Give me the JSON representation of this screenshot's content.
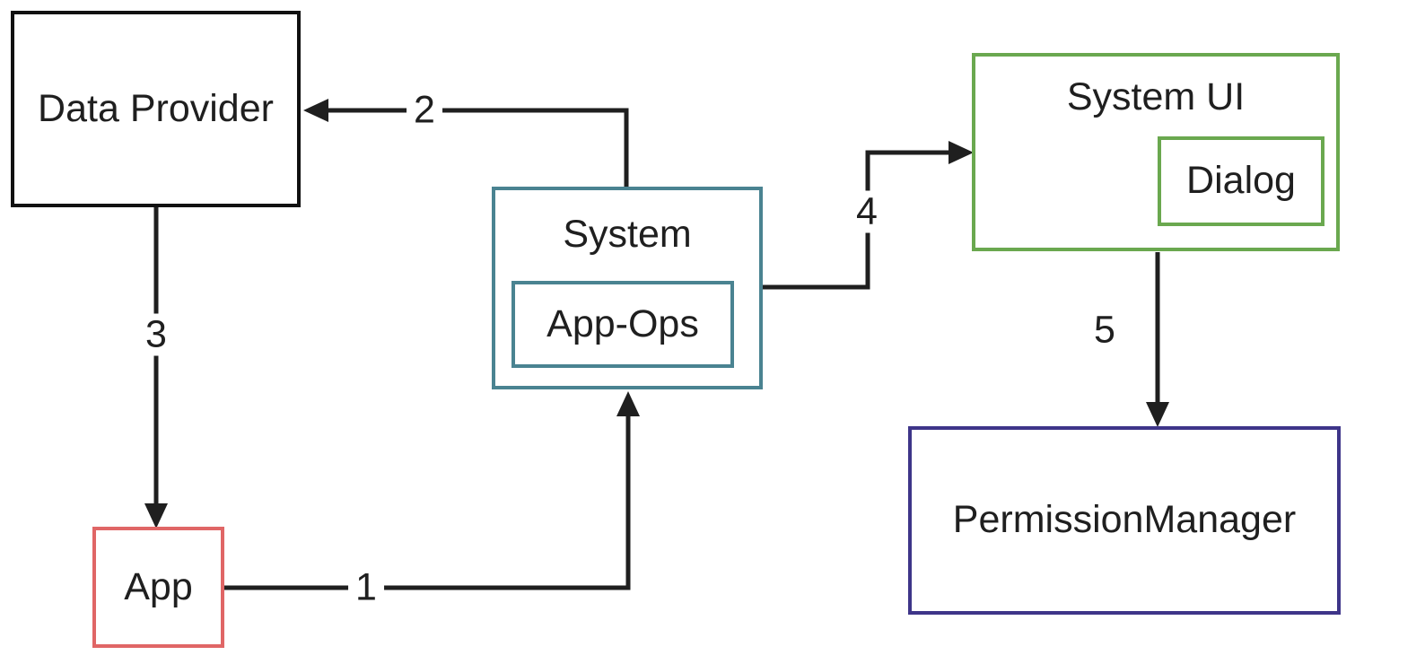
{
  "diagram": {
    "background": "#ffffff",
    "line_color": "#1f1f1f",
    "boxes": {
      "data_provider": {
        "label": "Data Provider",
        "border_color": "#111111"
      },
      "system": {
        "label": "System",
        "border_color": "#4a8391"
      },
      "app_ops": {
        "label": "App-Ops",
        "border_color": "#4a8391"
      },
      "system_ui": {
        "label": "System UI",
        "border_color": "#6aa84f"
      },
      "dialog": {
        "label": "Dialog",
        "border_color": "#6aa84f"
      },
      "permission_manager": {
        "label": "PermissionManager",
        "border_color": "#3e3589"
      },
      "app": {
        "label": "App",
        "border_color": "#e06666"
      }
    },
    "arrows": [
      {
        "label": "1",
        "from": "App",
        "to": "System"
      },
      {
        "label": "2",
        "from": "System",
        "to": "Data Provider"
      },
      {
        "label": "3",
        "from": "Data Provider",
        "to": "App"
      },
      {
        "label": "4",
        "from": "System",
        "to": "System UI"
      },
      {
        "label": "5",
        "from": "System UI",
        "to": "PermissionManager"
      }
    ]
  }
}
